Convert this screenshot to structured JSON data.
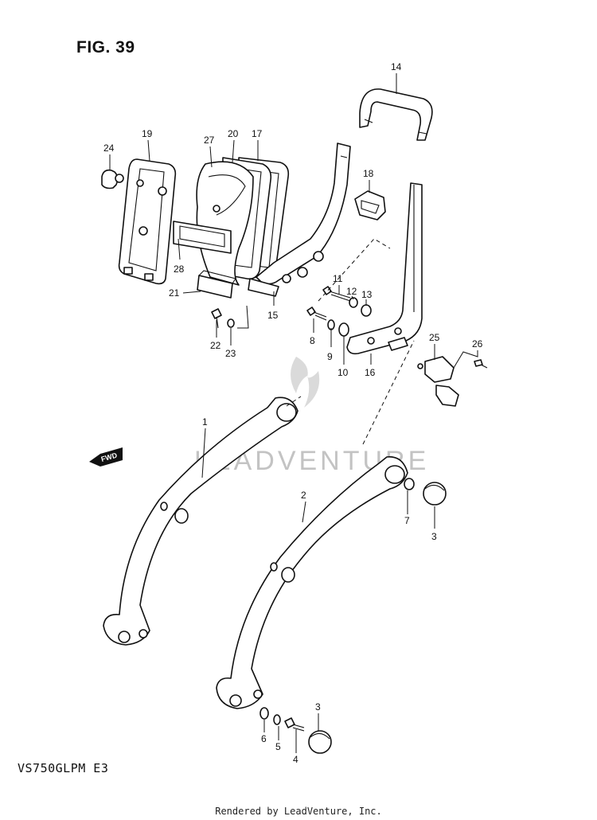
{
  "figure": {
    "title": "FIG. 39",
    "model": "VS750GLPM  E3"
  },
  "footer": {
    "text": "Rendered by LeadVenture, Inc."
  },
  "watermark": {
    "text": "LEADVENTURE"
  },
  "direction_badge": {
    "text": "FWD"
  },
  "callouts": [
    {
      "id": "c1",
      "text": "1"
    },
    {
      "id": "c2",
      "text": "2"
    },
    {
      "id": "c3a",
      "text": "3"
    },
    {
      "id": "c3b",
      "text": "3"
    },
    {
      "id": "c4",
      "text": "4"
    },
    {
      "id": "c5",
      "text": "5"
    },
    {
      "id": "c6",
      "text": "6"
    },
    {
      "id": "c7",
      "text": "7"
    },
    {
      "id": "c8",
      "text": "8"
    },
    {
      "id": "c9",
      "text": "9"
    },
    {
      "id": "c10",
      "text": "10"
    },
    {
      "id": "c11",
      "text": "11"
    },
    {
      "id": "c12",
      "text": "12"
    },
    {
      "id": "c13",
      "text": "13"
    },
    {
      "id": "c14",
      "text": "14"
    },
    {
      "id": "c15",
      "text": "15"
    },
    {
      "id": "c16",
      "text": "16"
    },
    {
      "id": "c17",
      "text": "17"
    },
    {
      "id": "c18",
      "text": "18"
    },
    {
      "id": "c19",
      "text": "19"
    },
    {
      "id": "c20",
      "text": "20"
    },
    {
      "id": "c21",
      "text": "21"
    },
    {
      "id": "c22",
      "text": "22"
    },
    {
      "id": "c23",
      "text": "23"
    },
    {
      "id": "c24",
      "text": "24"
    },
    {
      "id": "c25",
      "text": "25"
    },
    {
      "id": "c26",
      "text": "26"
    },
    {
      "id": "c27",
      "text": "27"
    },
    {
      "id": "c28",
      "text": "28"
    }
  ]
}
